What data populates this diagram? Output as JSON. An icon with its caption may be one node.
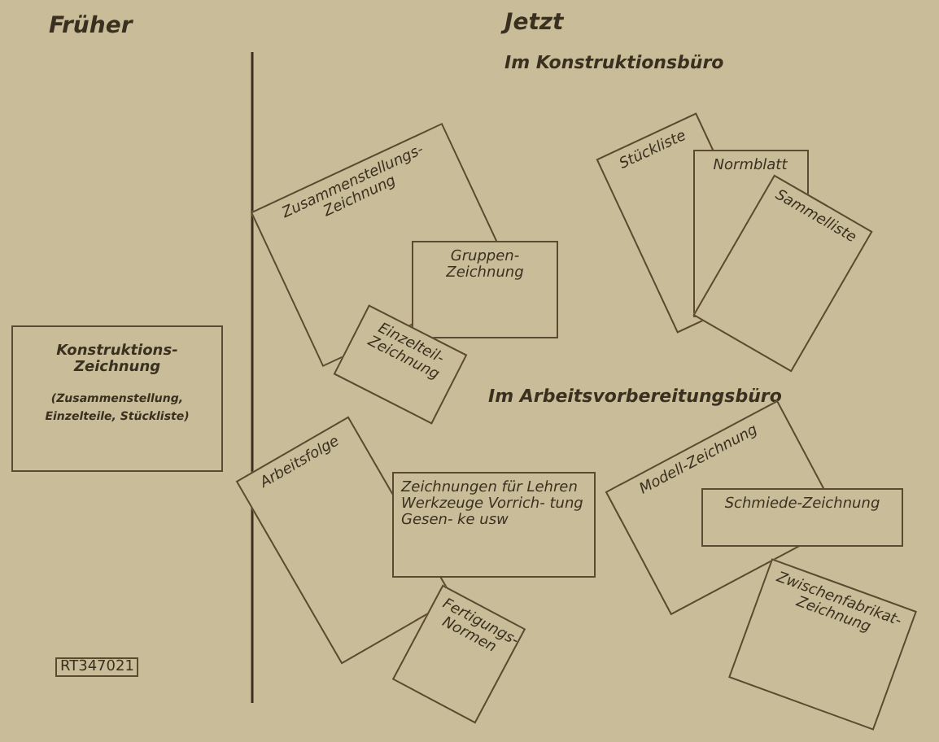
{
  "diagram": {
    "nodes": [
      {
        "text": [
          "Konstruktions- Zeichnung",
          "(Zusammenstellung, Einzelteile, Stückliste)"
        ]
      },
      {
        "text": [
          "Zusammenstellungs- Zeichnung"
        ]
      },
      {
        "text": [
          "Gruppen- Zeichnung"
        ]
      },
      {
        "text": [
          "Einzelteil- Zeichnung"
        ]
      },
      {
        "text": [
          "Stückliste"
        ]
      },
      {
        "text": [
          "Normblatt"
        ]
      },
      {
        "text": [
          "Sammelliste"
        ]
      },
      {
        "text": [
          "Arbeitsfolge"
        ]
      },
      {
        "text": [
          "Zeichnungen für Lehren Werkzeuge Vorrich- tung Gesen- ke usw"
        ]
      },
      {
        "text": [
          "Fertigungs- Normen"
        ]
      },
      {
        "text": [
          "Modell-Zeichnung"
        ]
      },
      {
        "text": [
          "Schmiede-Zeichnung"
        ]
      },
      {
        "text": [
          "Zwischenfabrikat- Zeichnung"
        ]
      }
    ],
    "edges": [],
    "labels": [
      "Früher",
      "Jetzt",
      "Im Konstruktionsbüro",
      "Im Arbeitsvorbereitungsbüro",
      "RT347021"
    ]
  }
}
